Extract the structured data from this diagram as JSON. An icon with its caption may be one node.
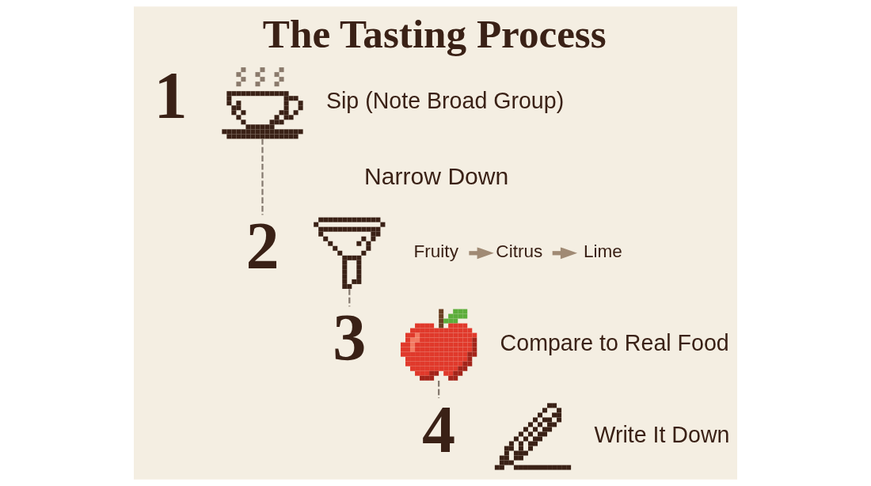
{
  "diagram": {
    "title": "The Tasting Process",
    "nodes": [
      {
        "text": [
          "1"
        ]
      },
      {
        "text": [],
        "shape": "picture",
        "beside": [
          "Sip (Note Broad Group)"
        ]
      },
      {
        "text": [
          "2"
        ]
      },
      {
        "text": [],
        "shape": "picture",
        "beside": [
          "Narrow Down"
        ]
      },
      {
        "text": [
          "Fruity"
        ]
      },
      {
        "text": [
          "Citrus"
        ]
      },
      {
        "text": [
          "Lime"
        ]
      },
      {
        "text": [
          "3"
        ]
      },
      {
        "text": [],
        "shape": "picture",
        "beside": [
          "Compare to Real Food"
        ]
      },
      {
        "text": [
          "4"
        ]
      },
      {
        "text": [],
        "shape": "picture",
        "beside": [
          "Write It Down"
        ]
      }
    ],
    "edges": [
      {
        "from": 1,
        "to": 2,
        "arrow": "none",
        "style": "dashed"
      },
      {
        "from": 4,
        "to": 5,
        "arrow": "to",
        "style": "thick",
        "color": "#a08a74"
      },
      {
        "from": 5,
        "to": 6,
        "arrow": "to",
        "style": "thick",
        "color": "#a08a74"
      },
      {
        "from": 3,
        "to": 7,
        "arrow": "none",
        "style": "dashed"
      },
      {
        "from": 8,
        "to": 9,
        "arrow": "none",
        "style": "dashed"
      }
    ]
  }
}
